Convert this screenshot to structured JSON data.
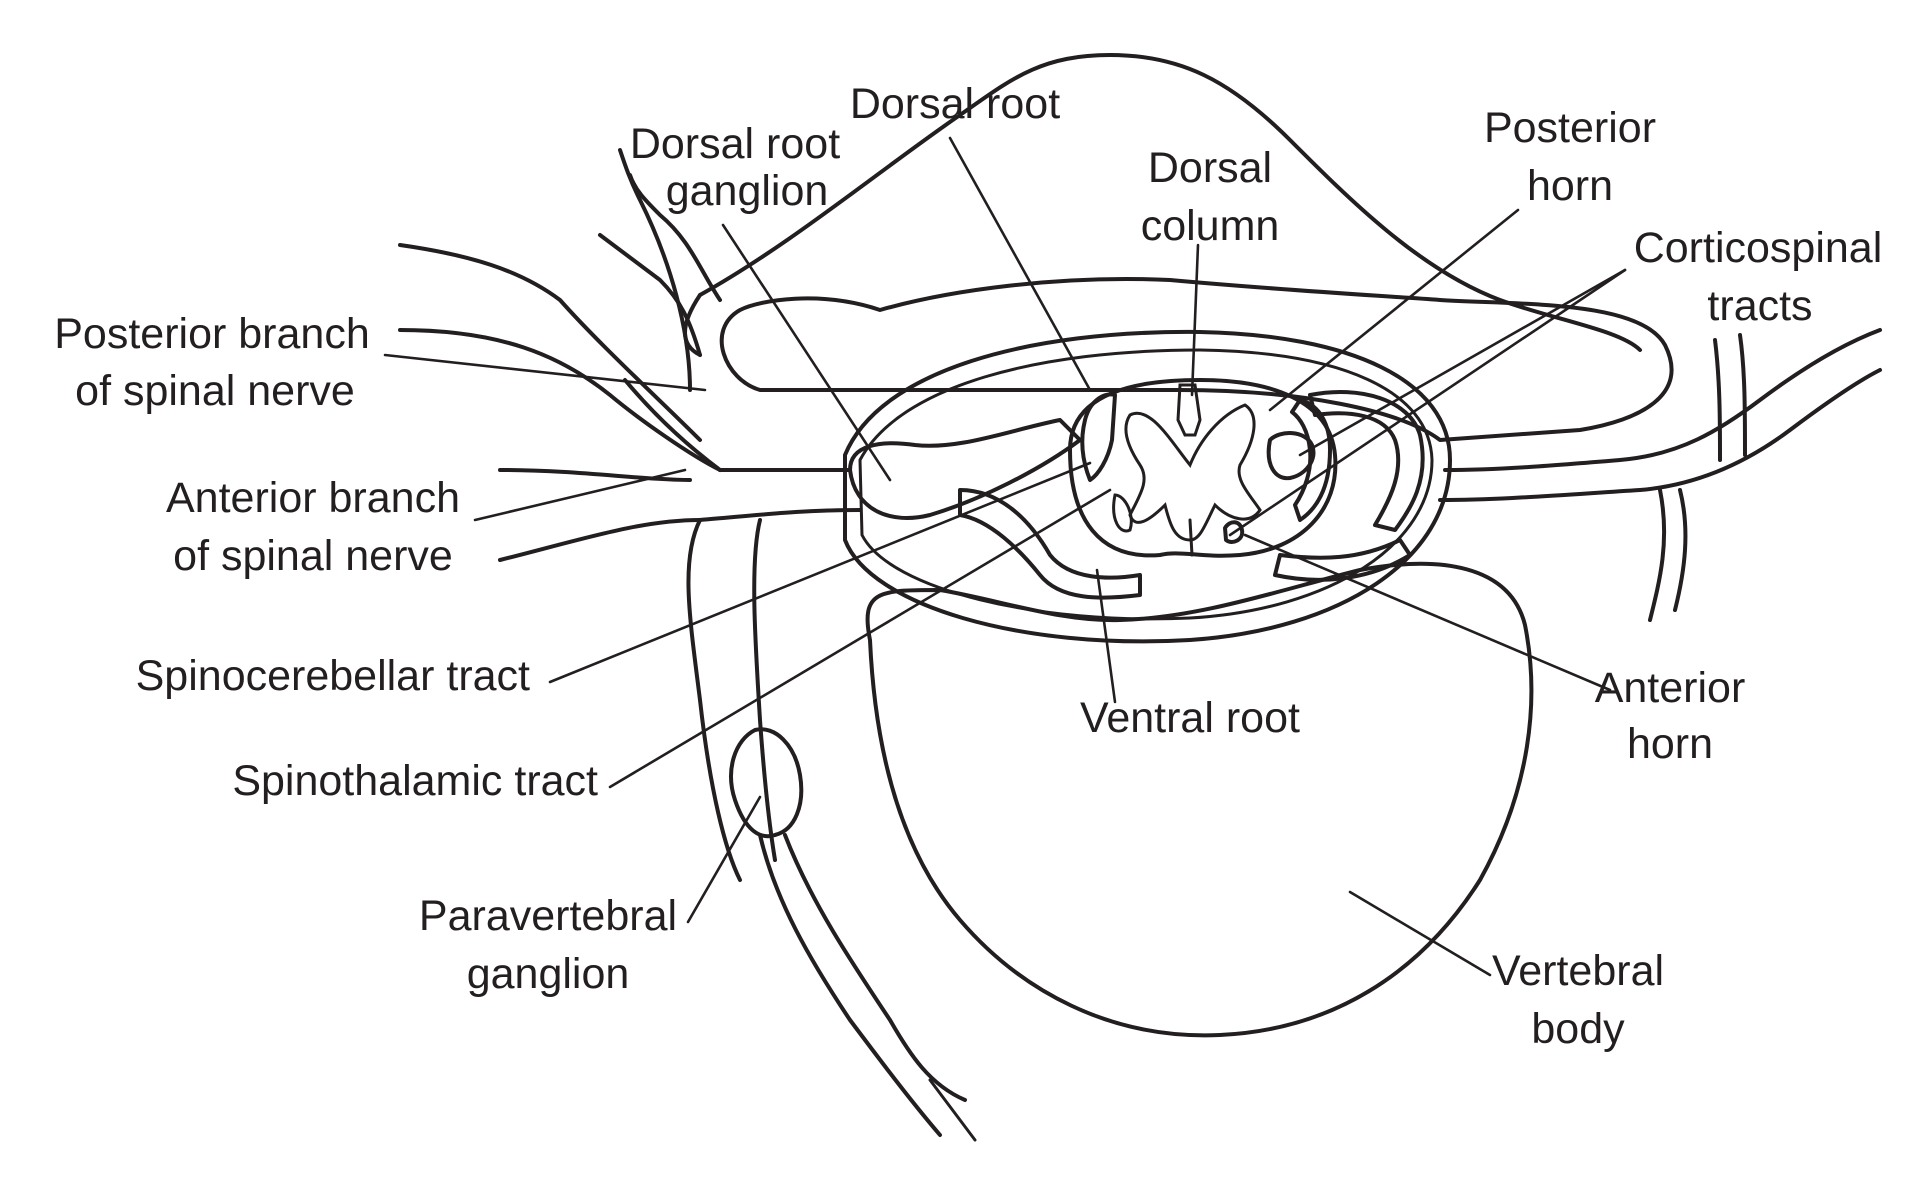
{
  "labels": {
    "dorsal_root": "Dorsal root",
    "dorsal_root_ganglion": [
      "Dorsal root",
      "ganglion"
    ],
    "dorsal_column": [
      "Dorsal",
      "column"
    ],
    "posterior_horn": [
      "Posterior",
      "horn"
    ],
    "corticospinal_tracts": [
      "Corticospinal",
      "tracts"
    ],
    "posterior_branch": [
      "Posterior branch",
      "of spinal nerve"
    ],
    "anterior_branch": [
      "Anterior branch",
      "of spinal nerve"
    ],
    "spinocerebellar_tract": "Spinocerebellar tract",
    "spinothalamic_tract": "Spinothalamic tract",
    "paravertebral_ganglion": [
      "Paravertebral",
      "ganglion"
    ],
    "ventral_root": "Ventral root",
    "anterior_horn": [
      "Anterior",
      "horn"
    ],
    "vertebral_body": [
      "Vertebral",
      "body"
    ]
  },
  "colors": {
    "outline": "#231f20",
    "vertebral_body_fill": "#e6e6e7",
    "root_pink": "#f7bfd5",
    "tract_magenta": "#e6508f",
    "gray_matter": "#e8d9e0",
    "dorsal_column_gray": "#9d9d9f"
  }
}
